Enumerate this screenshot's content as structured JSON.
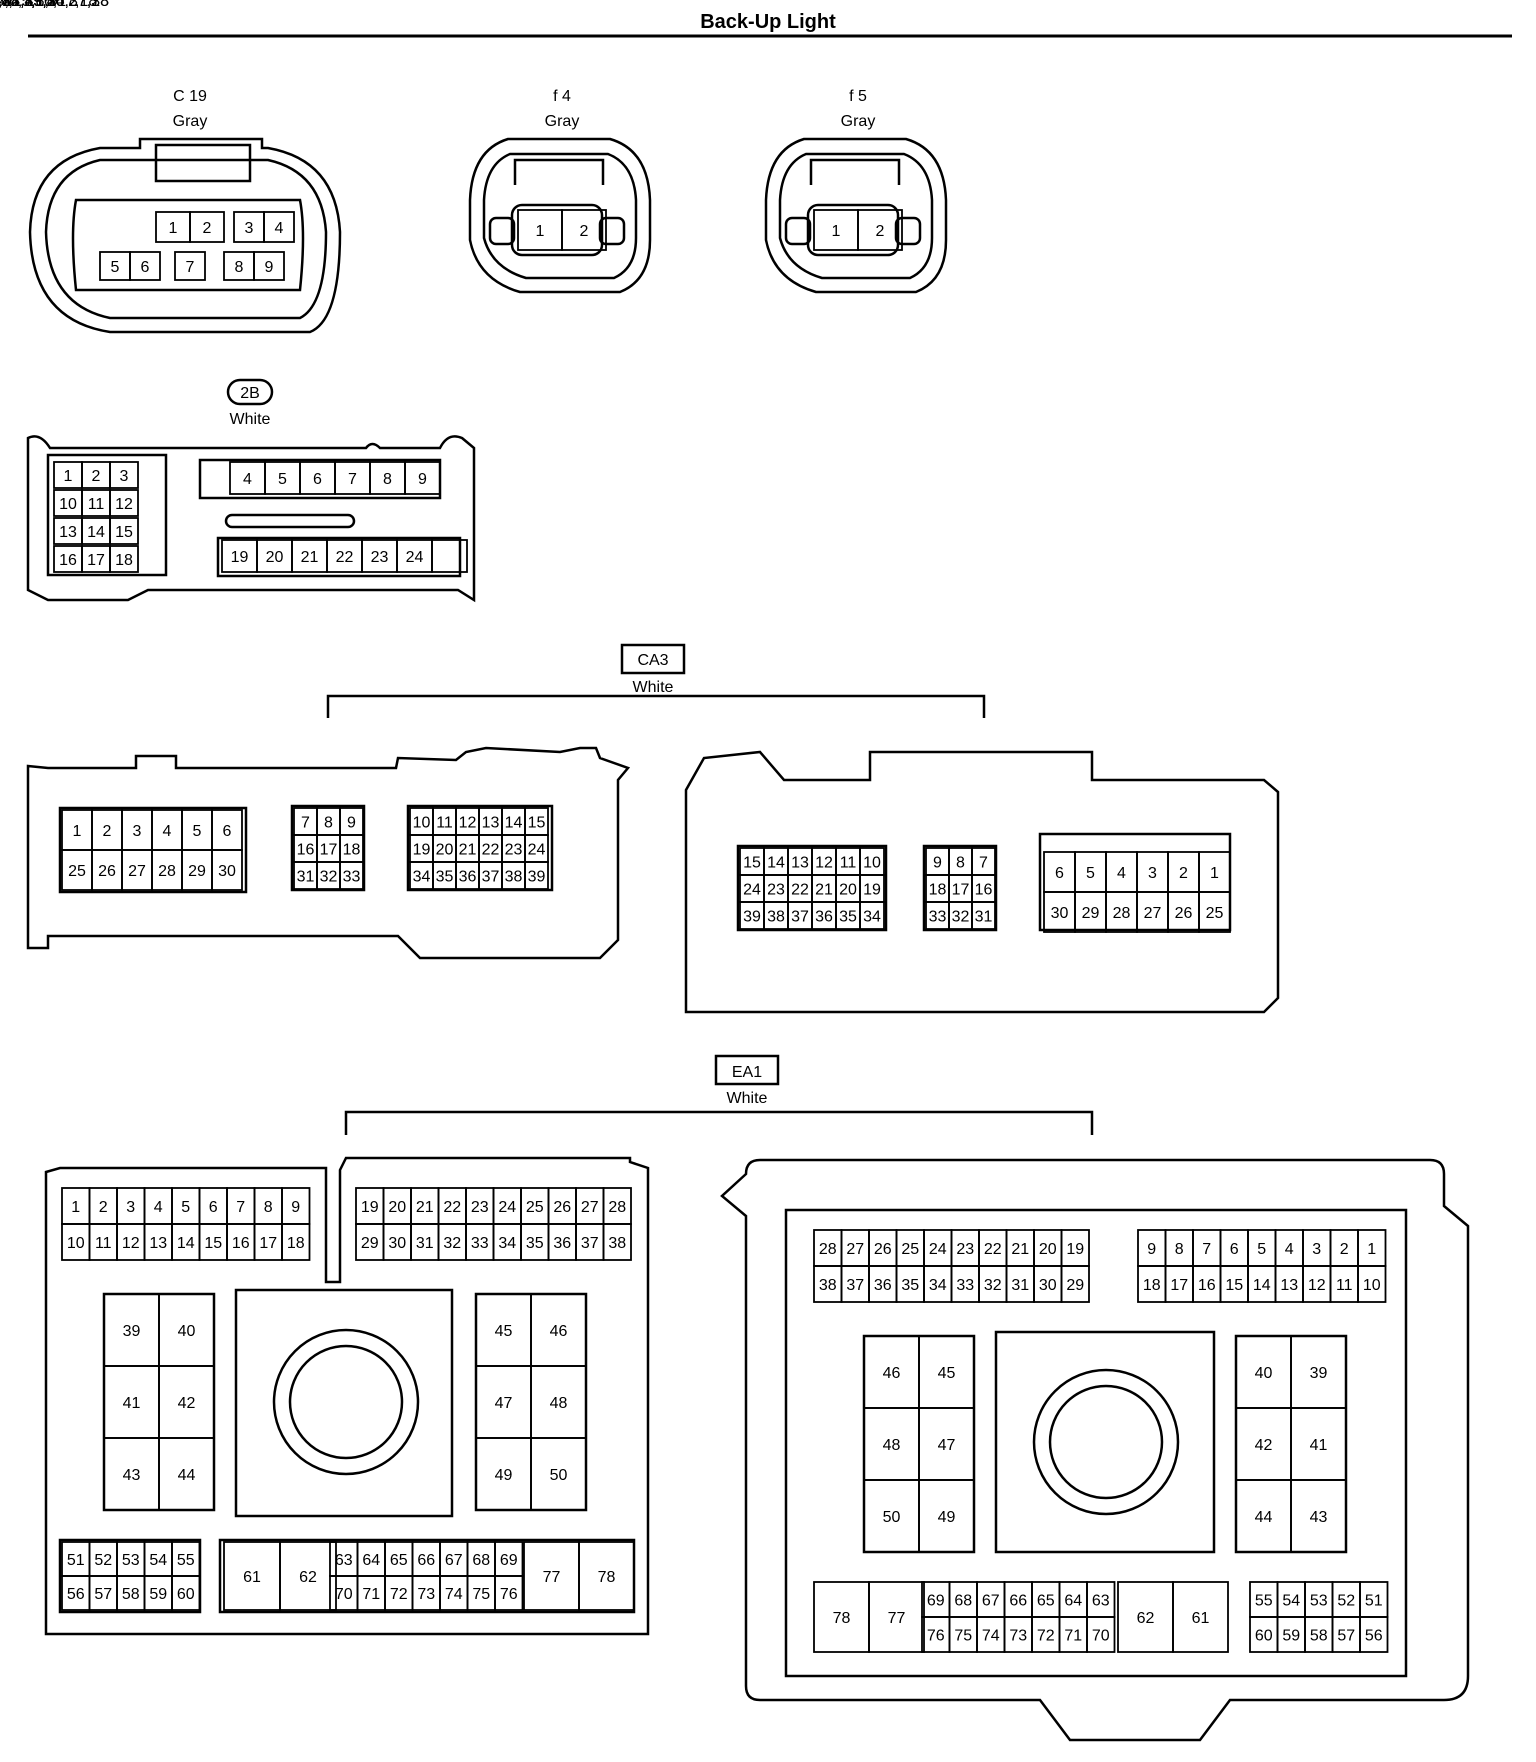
{
  "title": "Back-Up Light",
  "connectors": {
    "c19": {
      "id": "C 19",
      "color": "Gray"
    },
    "f4": {
      "id": "f 4",
      "color": "Gray"
    },
    "f5": {
      "id": "f 5",
      "color": "Gray"
    },
    "b2": {
      "id": "2B",
      "color": "White"
    },
    "ca3": {
      "id": "CA3",
      "color": "White"
    },
    "ea1": {
      "id": "EA1",
      "color": "White"
    }
  },
  "pins": {
    "c19": [
      "1",
      "2",
      "3",
      "4",
      "5",
      "6",
      "7",
      "8",
      "9"
    ],
    "f4": [
      "1",
      "2"
    ],
    "f5": [
      "1",
      "2"
    ],
    "b2": [
      [
        "1",
        "2",
        "3"
      ],
      [
        "10",
        "11",
        "12"
      ],
      [
        "13",
        "14",
        "15"
      ],
      [
        "16",
        "17",
        "18"
      ],
      [
        "4",
        "5",
        "6",
        "7",
        "8",
        "9"
      ],
      [
        "19",
        "20",
        "21",
        "22",
        "23",
        "24",
        ""
      ]
    ],
    "ca3_left": [
      [
        "1",
        "2",
        "3",
        "4",
        "5",
        "6"
      ],
      [
        "25",
        "26",
        "27",
        "28",
        "29",
        "30"
      ],
      [
        "7",
        "8",
        "9"
      ],
      [
        "16",
        "17",
        "18"
      ],
      [
        "31",
        "32",
        "33"
      ],
      [
        "10",
        "11",
        "12",
        "13",
        "14",
        "15"
      ],
      [
        "19",
        "20",
        "21",
        "22",
        "23",
        "24"
      ],
      [
        "34",
        "35",
        "36",
        "37",
        "38",
        "39"
      ]
    ],
    "ca3_right": [
      [
        "15",
        "14",
        "13",
        "12",
        "11",
        "10"
      ],
      [
        "24",
        "23",
        "22",
        "21",
        "20",
        "19"
      ],
      [
        "39",
        "38",
        "37",
        "36",
        "35",
        "34"
      ],
      [
        "9",
        "8",
        "7"
      ],
      [
        "18",
        "17",
        "16"
      ],
      [
        "33",
        "32",
        "31"
      ],
      [
        "6",
        "5",
        "4",
        "3",
        "2",
        "1"
      ],
      [
        "30",
        "29",
        "28",
        "27",
        "26",
        "25"
      ]
    ],
    "ea1_left": [
      [
        "1",
        "2",
        "3",
        "4",
        "5",
        "6",
        "7",
        "8",
        "9"
      ],
      [
        "10",
        "11",
        "12",
        "13",
        "14",
        "15",
        "16",
        "17",
        "18"
      ],
      [
        "19",
        "20",
        "21",
        "22",
        "23",
        "24",
        "25",
        "26",
        "27",
        "28"
      ],
      [
        "29",
        "30",
        "31",
        "32",
        "33",
        "34",
        "35",
        "36",
        "37",
        "38"
      ],
      [
        "39",
        "40",
        "41",
        "42",
        "43",
        "44"
      ],
      [
        "45",
        "46",
        "47",
        "48",
        "49",
        "50"
      ],
      [
        "51",
        "52",
        "53",
        "54",
        "55"
      ],
      [
        "56",
        "57",
        "58",
        "59",
        "60"
      ],
      [
        "61",
        "62"
      ],
      [
        "63",
        "64",
        "65",
        "66",
        "67",
        "68",
        "69"
      ],
      [
        "70",
        "71",
        "72",
        "73",
        "74",
        "75",
        "76"
      ],
      [
        "77",
        "78"
      ]
    ],
    "ea1_right": [
      [
        "28",
        "27",
        "26",
        "25",
        "24",
        "23",
        "22",
        "21",
        "20",
        "19"
      ],
      [
        "38",
        "37",
        "36",
        "35",
        "34",
        "33",
        "32",
        "31",
        "30",
        "29"
      ],
      [
        "9",
        "8",
        "7",
        "6",
        "5",
        "4",
        "3",
        "2",
        "1"
      ],
      [
        "18",
        "17",
        "16",
        "15",
        "14",
        "13",
        "12",
        "11",
        "10"
      ],
      [
        "46",
        "45",
        "48",
        "47",
        "50",
        "49"
      ],
      [
        "40",
        "39",
        "42",
        "41",
        "44",
        "43"
      ],
      [
        "78",
        "77"
      ],
      [
        "69",
        "68",
        "67",
        "66",
        "65",
        "64",
        "63"
      ],
      [
        "76",
        "75",
        "74",
        "73",
        "72",
        "71",
        "70"
      ],
      [
        "62",
        "61"
      ],
      [
        "55",
        "54",
        "53",
        "52",
        "51"
      ],
      [
        "60",
        "59",
        "58",
        "57",
        "56"
      ]
    ]
  }
}
